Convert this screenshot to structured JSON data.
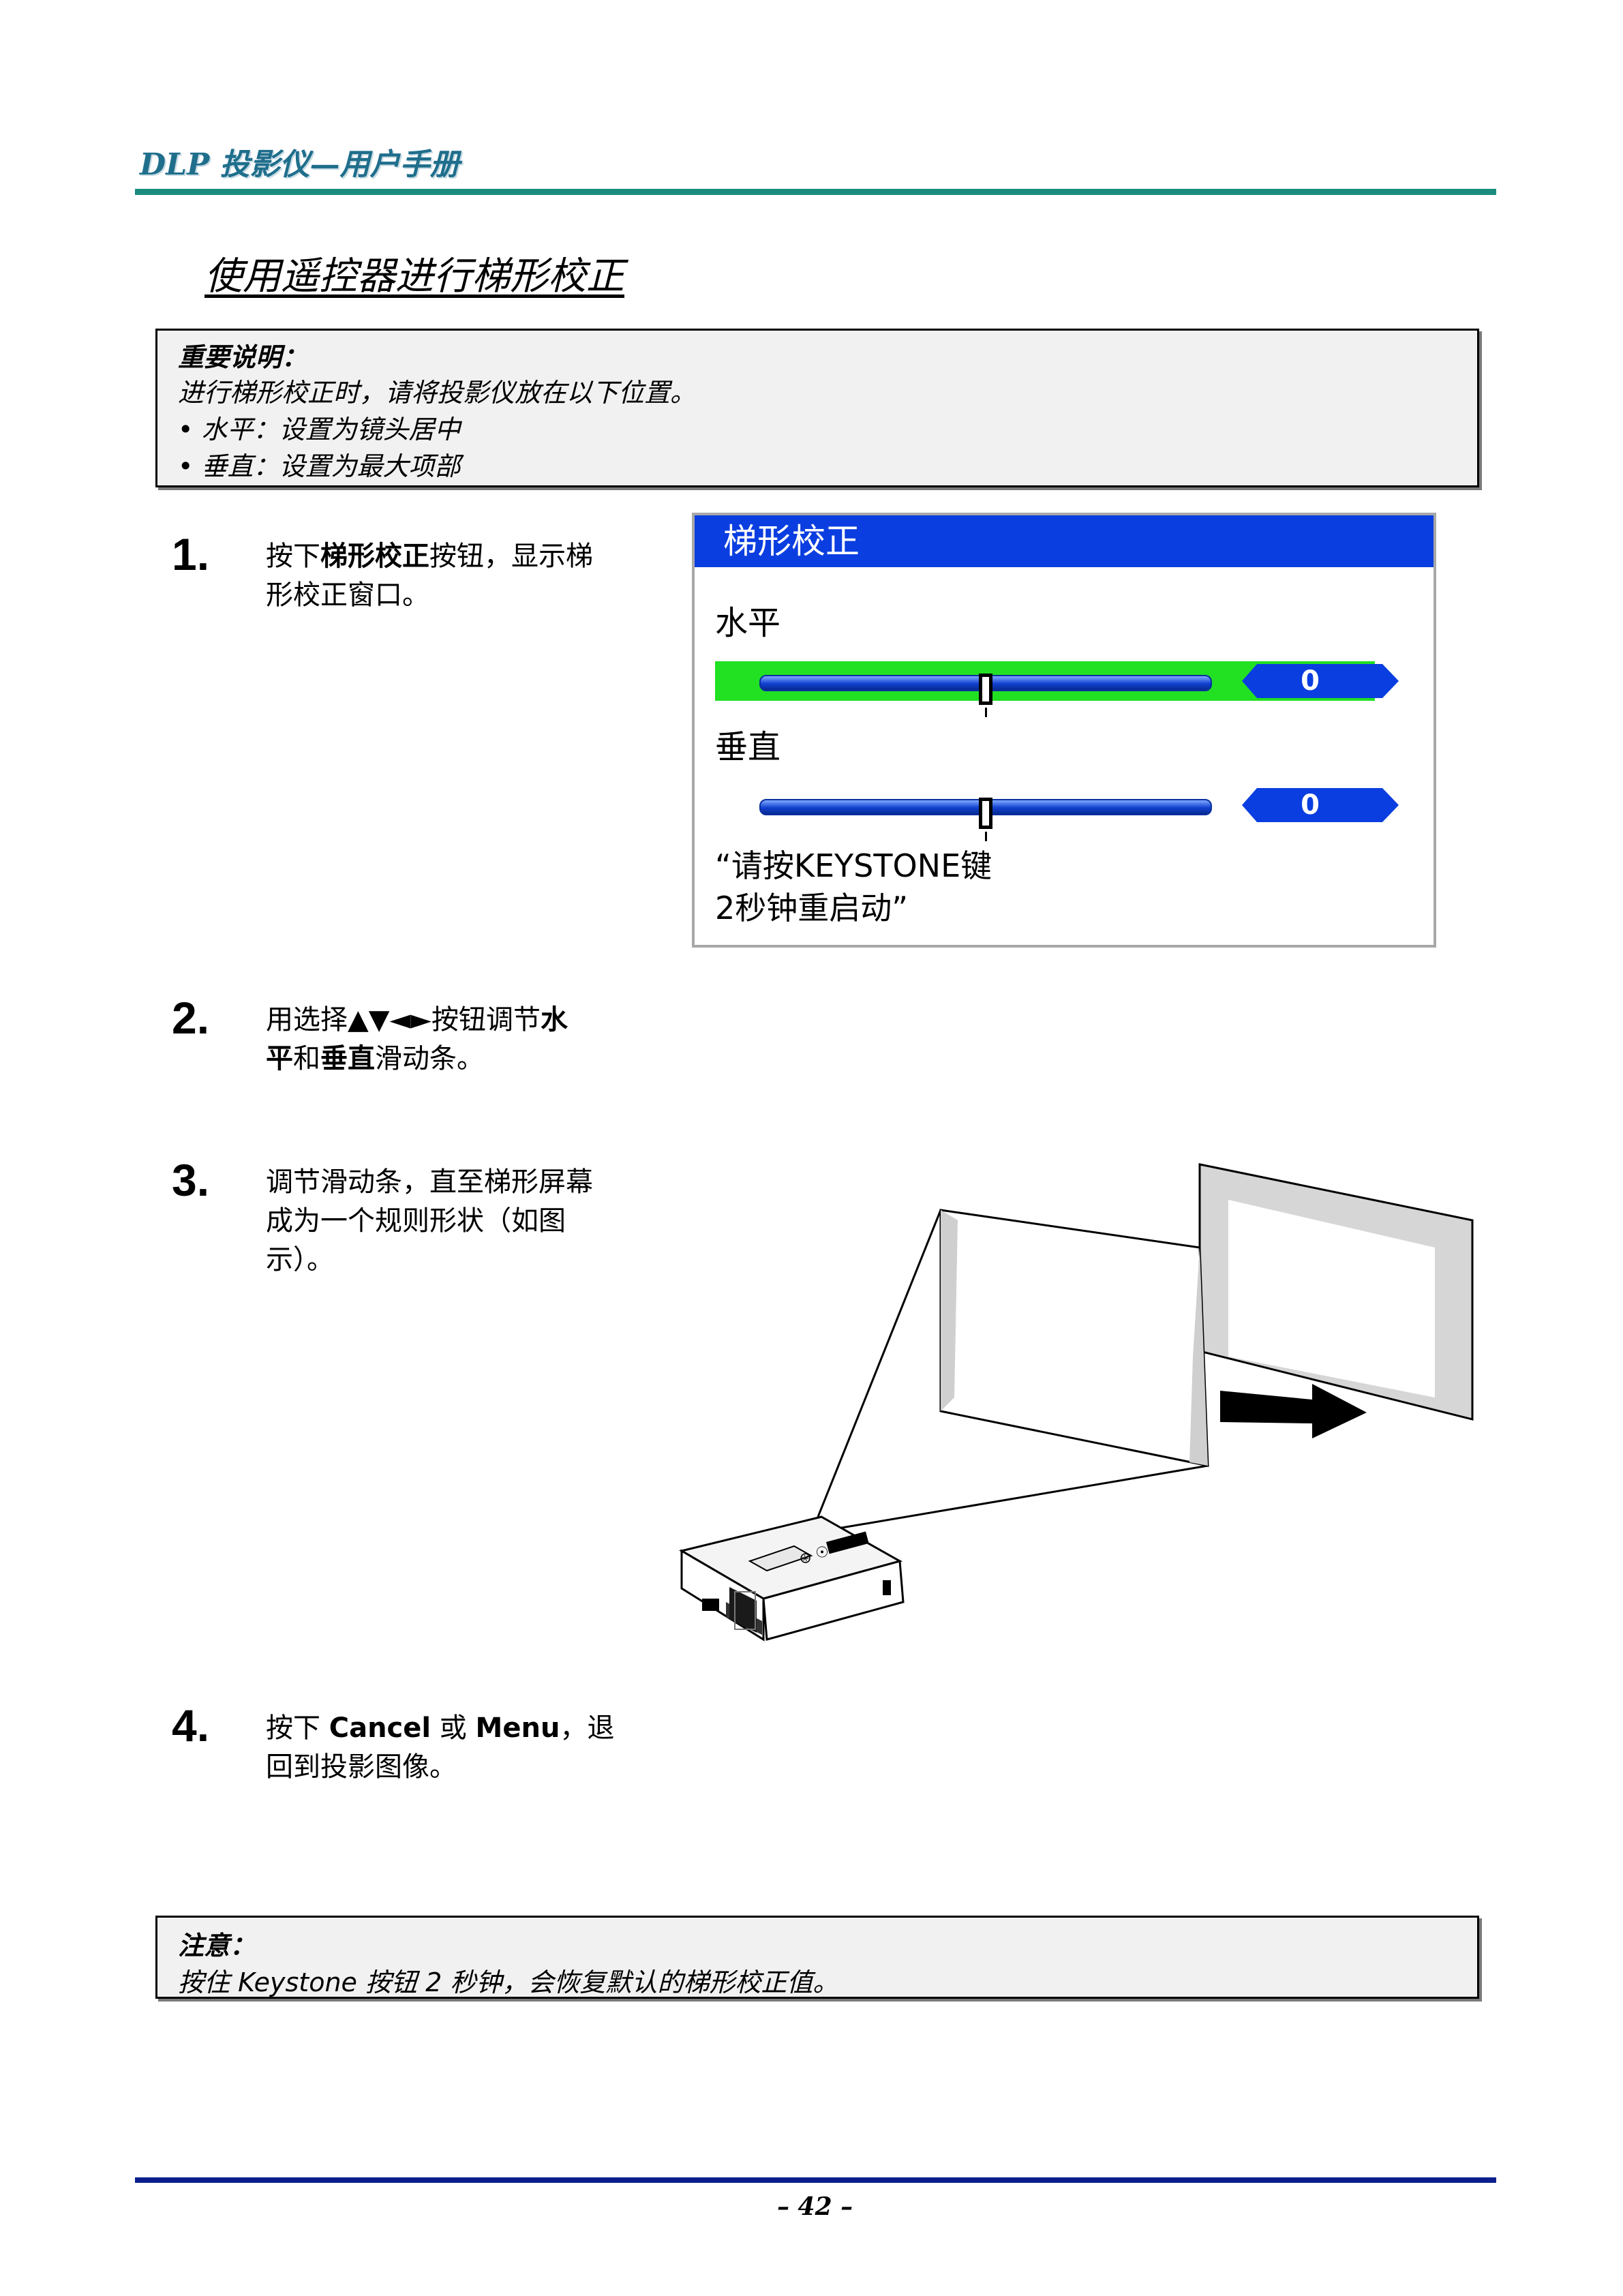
{
  "header": {
    "title": "DLP 投影仪—用户手册"
  },
  "section_title": "使用遥控器进行梯形校正",
  "important_note": {
    "heading": "重要说明：",
    "lines": [
      "进行梯形校正时，请将投影仪放在以下位置。",
      "• 水平：设置为镜头居中",
      "• 垂直：设置为最大项部"
    ]
  },
  "steps": [
    {
      "number": "1.",
      "parts": [
        "按下",
        "梯形校正",
        "按钮，显示梯",
        "形校正窗口。"
      ]
    },
    {
      "number": "2.",
      "parts": [
        "用选择▲▼◄►按钮调节",
        "水",
        "平",
        "和",
        "垂直",
        "滑动条。"
      ]
    },
    {
      "number": "3.",
      "lines": [
        "调节滑动条，直至梯形屏幕",
        "成为一个规则形状（如图",
        "示）。"
      ]
    },
    {
      "number": "4.",
      "parts": [
        "按下 ",
        "Cancel",
        " 或 ",
        "Menu",
        "，退",
        "回到投影图像。"
      ]
    }
  ],
  "keystone_osd": {
    "title": "梯形校正",
    "horizontal_label": "水平",
    "horizontal_value": "0",
    "horizontal_level_percent": 50,
    "vertical_label": "垂直",
    "vertical_value": "0",
    "vertical_level_percent": 50,
    "message_line1": "“请按KEYSTONE键",
    "message_line2": " 2秒钟重启动”",
    "highlight_color": "#22e022",
    "title_bar_color": "#0a3ee0"
  },
  "final_note": {
    "heading": "注意：",
    "text": "按住 Keystone 按钮 2 秒钟，会恢复默认的梯形校正值。"
  },
  "footer": {
    "page_number": "– 42 –"
  },
  "colors": {
    "header_rule": "#1a8c7e",
    "footer_rule": "#0a1f8c",
    "header_text": "#1f6e8c"
  }
}
